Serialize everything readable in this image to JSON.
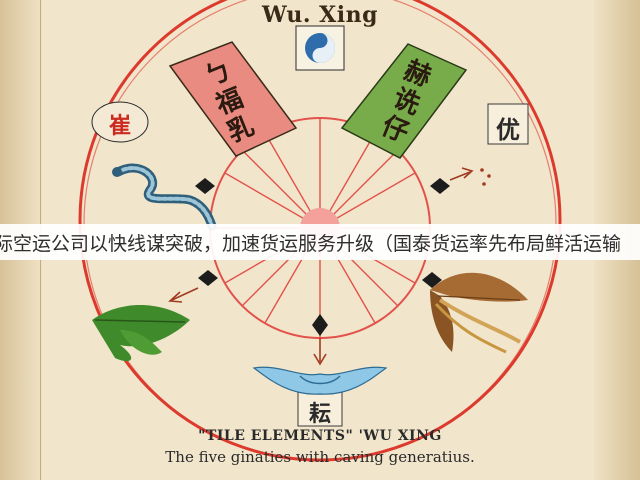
{
  "header": {
    "title": "Wu. Xing"
  },
  "diagram": {
    "banners": {
      "fire": {
        "lines": [
          "ㄅ",
          "福",
          "乳"
        ],
        "color": "#e98b80"
      },
      "wood": {
        "lines": [
          "赫",
          "诜",
          "仔"
        ],
        "color": "#78ac4a"
      }
    },
    "glyphs": {
      "top_left": "崔",
      "right_upper": "优",
      "bottom": "耘"
    },
    "symbols": [
      "yin-yang-icon",
      "serpent-icon",
      "leaf-icon",
      "bird-icon",
      "harvest-sheaf-icon"
    ],
    "colors": {
      "ring": "#dd3a2e",
      "spokes": "#e3524a",
      "center": "#f3a19a",
      "diamond": "#1c1c1c",
      "arrow": "#a33a22",
      "leaf": "#3f8a2a",
      "water": "#8ec8e6",
      "metal": "#a56b33"
    }
  },
  "overlay": {
    "text": "际空运公司以快线谋突破，加速货运服务升级（国泰货运率先布局鲜活运输"
  },
  "caption": {
    "line1": "\"TILE ELEMENTS\" 'WU XING",
    "line2": "The five ginaties with caving generatius."
  }
}
